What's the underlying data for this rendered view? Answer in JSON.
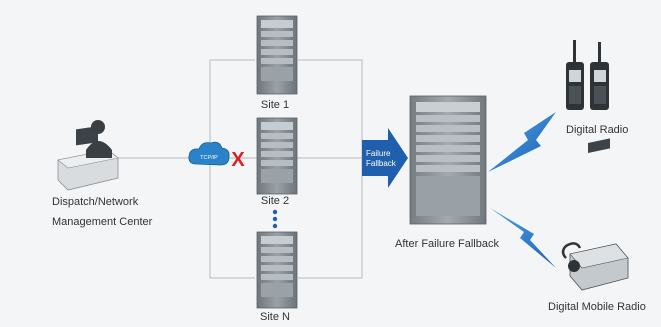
{
  "dispatch": {
    "line1": "Dispatch/Network",
    "line2": "Management Center"
  },
  "cloud": {
    "label": "TCP/IP"
  },
  "failure_mark": "X",
  "sites": [
    {
      "label": "Site 1"
    },
    {
      "label": "Site 2"
    },
    {
      "label": "Site N"
    }
  ],
  "fallback_arrow": {
    "line1": "Failure",
    "line2": "Fallback"
  },
  "central_site": {
    "label": "After Failure Fallback"
  },
  "radios": {
    "digital_radio": "Digital Radio",
    "mobile_radio": "Digital Mobile Radio"
  },
  "colors": {
    "line": "#a9b3bd",
    "cabinet": "#8e969c",
    "arrow": "#1f5fae",
    "lightning": "#2f7fd1",
    "failure": "#e02020",
    "cloud": "#2a82c9"
  }
}
